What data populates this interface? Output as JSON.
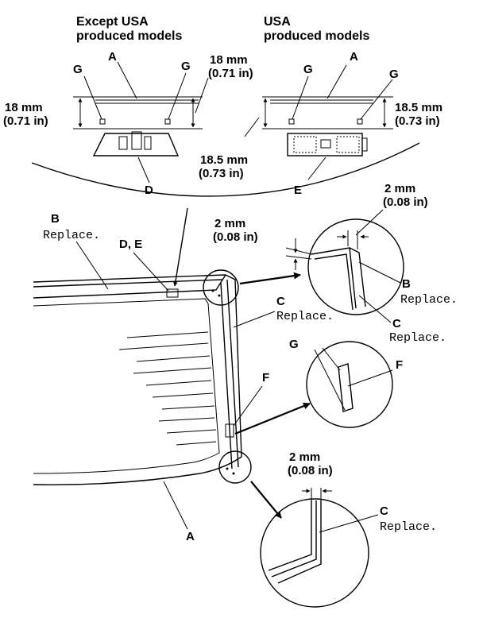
{
  "panels": {
    "except_usa_title_1": "Except USA",
    "except_usa_title_2": "produced models",
    "usa_title_1": "USA",
    "usa_title_2": "produced models"
  },
  "labels": {
    "a": "A",
    "b": "B",
    "c": "C",
    "d": "D",
    "e": "E",
    "f": "F",
    "g": "G",
    "de": "D, E",
    "replace": "Replace."
  },
  "dimensions": {
    "d18mm": "18 mm",
    "d18in": "(0.71 in)",
    "d185mm": "18.5 mm",
    "d185in": "(0.73 in)",
    "d2mm": "2 mm",
    "d2in": "(0.08 in)"
  }
}
